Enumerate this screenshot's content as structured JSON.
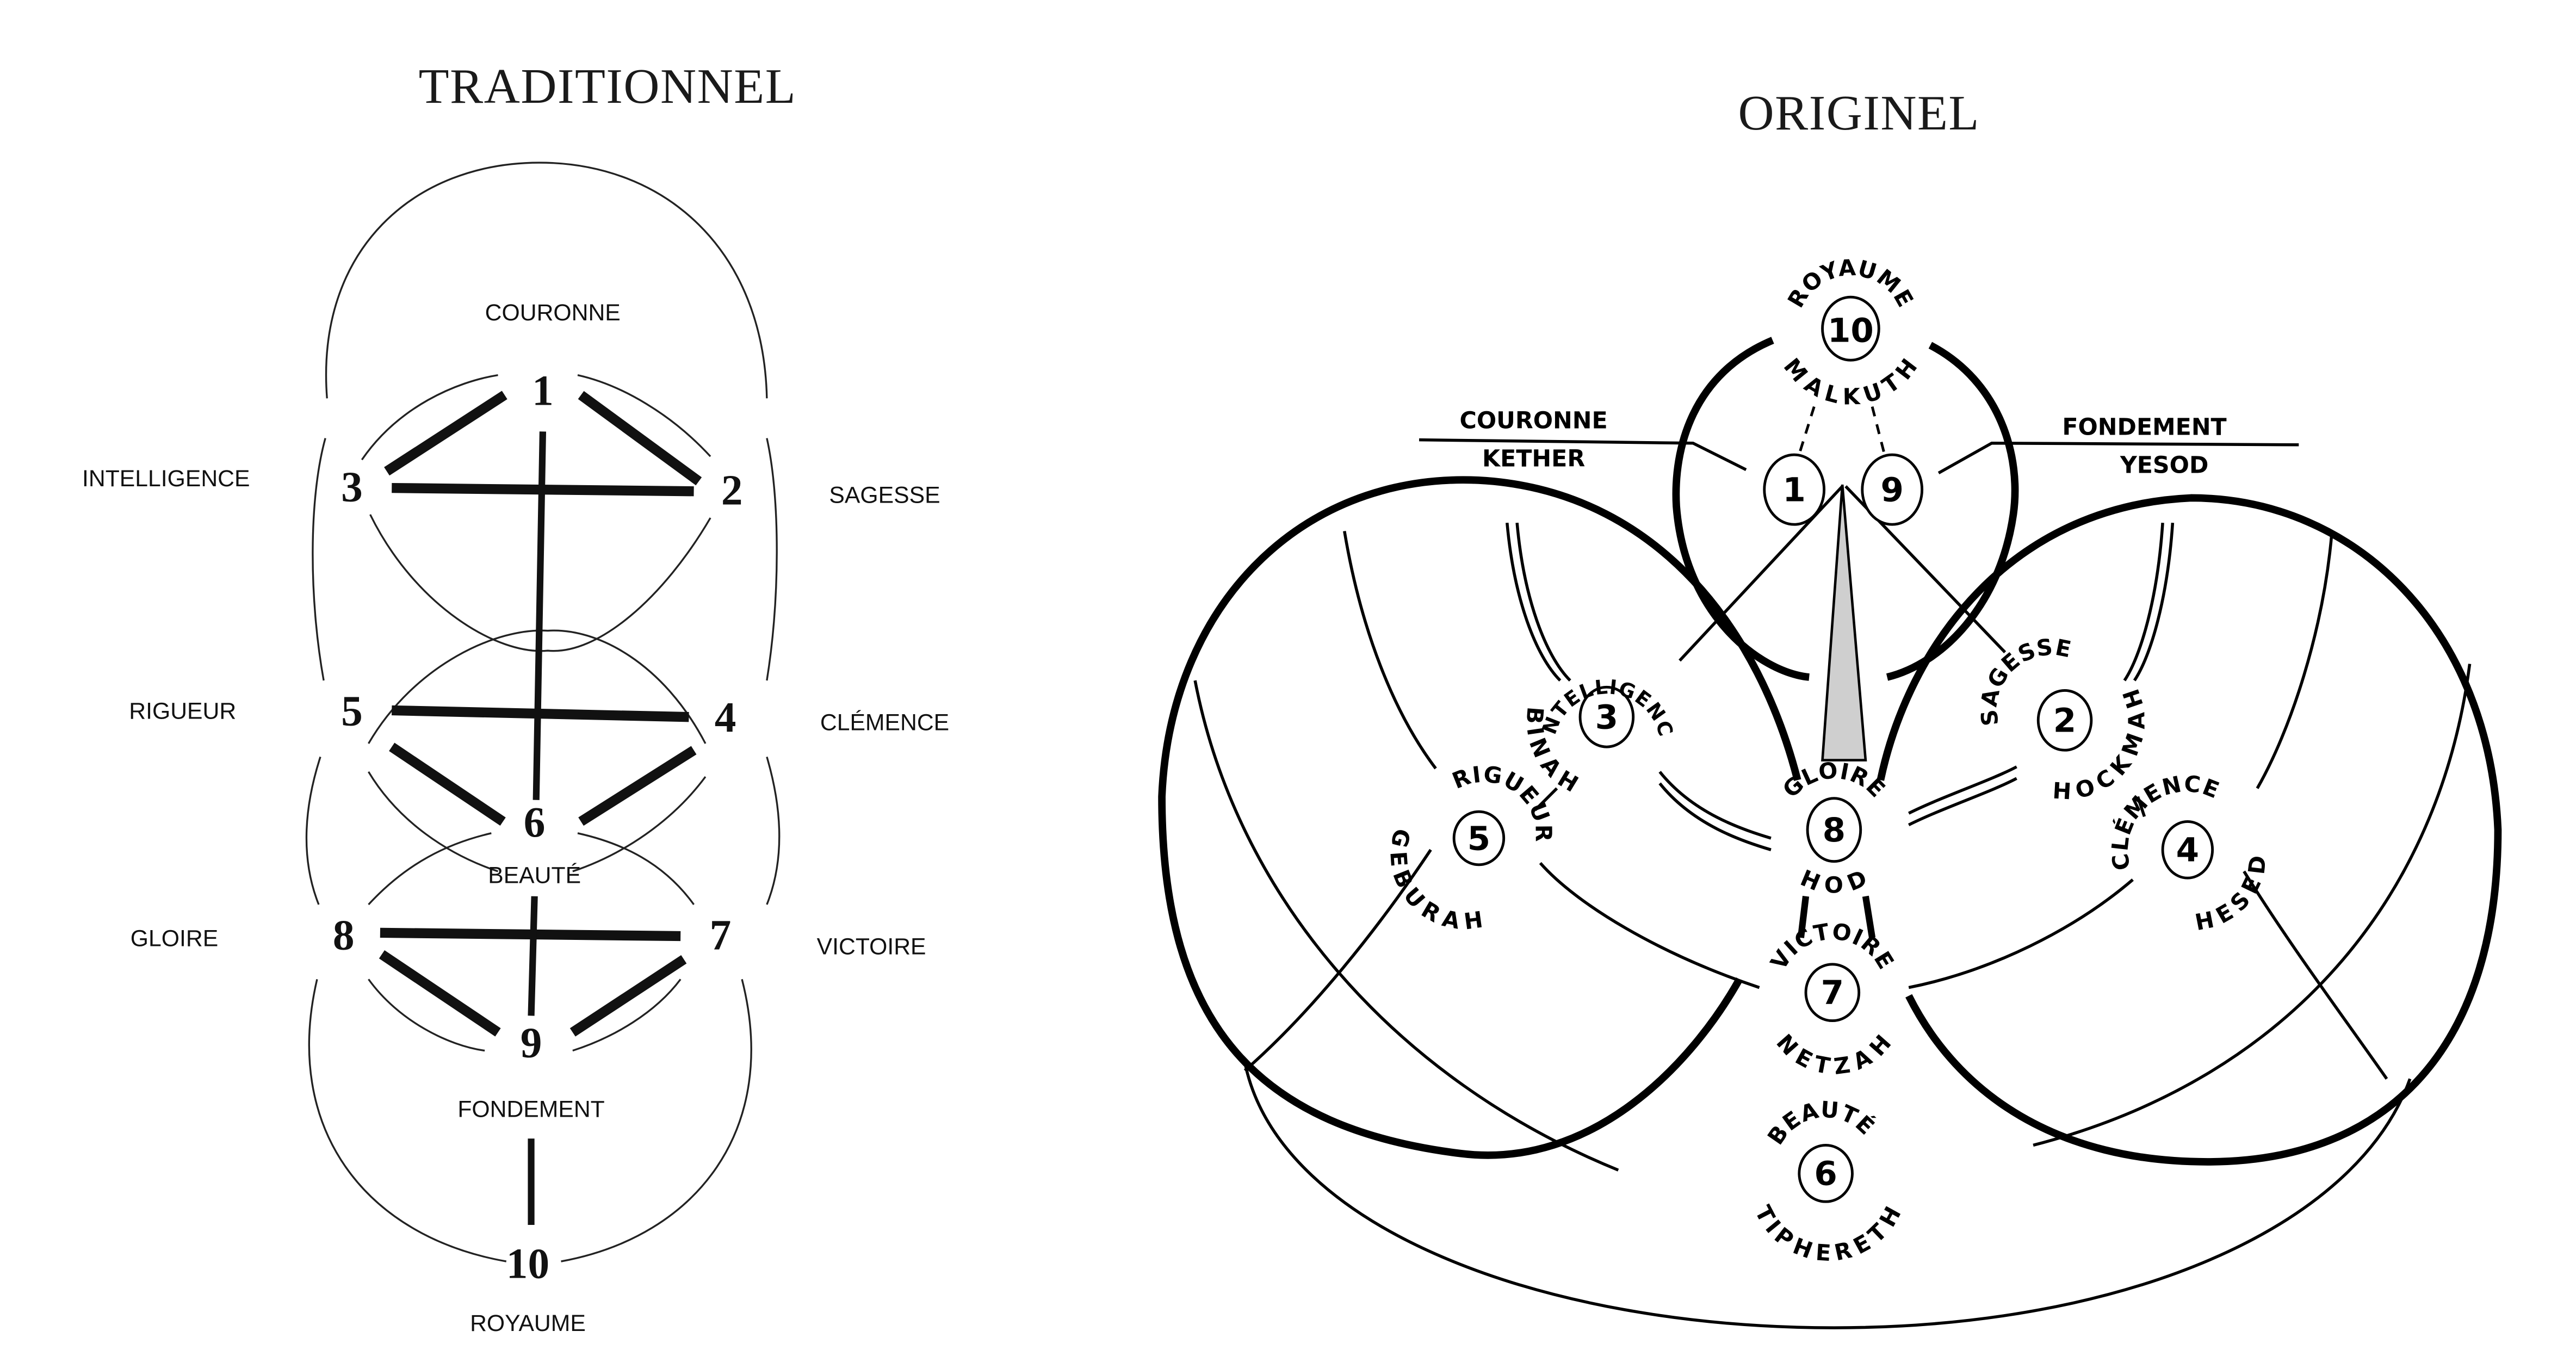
{
  "traditional": {
    "title": "TRADITIONNEL",
    "sephiroth": [
      {
        "number": "1",
        "name": "COURONNE"
      },
      {
        "number": "2",
        "name": "SAGESSE"
      },
      {
        "number": "3",
        "name": "INTELLIGENCE"
      },
      {
        "number": "4",
        "name": "CLÉMENCE"
      },
      {
        "number": "5",
        "name": "RIGUEUR"
      },
      {
        "number": "6",
        "name": "BEAUTÉ"
      },
      {
        "number": "7",
        "name": "VICTOIRE"
      },
      {
        "number": "8",
        "name": "GLOIRE"
      },
      {
        "number": "9",
        "name": "FONDEMENT"
      },
      {
        "number": "10",
        "name": "ROYAUME"
      }
    ]
  },
  "original": {
    "title": "ORIGINEL",
    "sephiroth": [
      {
        "number": "10",
        "name": "ROYAUME",
        "hebrew": "MALKUTH"
      },
      {
        "number": "1",
        "name": "COURONNE",
        "hebrew": "KETHER"
      },
      {
        "number": "9",
        "name": "FONDEMENT",
        "hebrew": "YESOD"
      },
      {
        "number": "3",
        "name": "INTELLIGENCE",
        "hebrew": "BINAH"
      },
      {
        "number": "2",
        "name": "SAGESSE",
        "hebrew": "HOCKMAH"
      },
      {
        "number": "8",
        "name": "GLOIRE",
        "hebrew": "HOD"
      },
      {
        "number": "5",
        "name": "RIGUEUR",
        "hebrew": "GEBURAH"
      },
      {
        "number": "4",
        "name": "CLÉMENCE",
        "hebrew": "HESED"
      },
      {
        "number": "7",
        "name": "VICTOIRE",
        "hebrew": "NETZAH"
      },
      {
        "number": "6",
        "name": "BEAUTÉ",
        "hebrew": "TIPHERETH"
      }
    ]
  }
}
